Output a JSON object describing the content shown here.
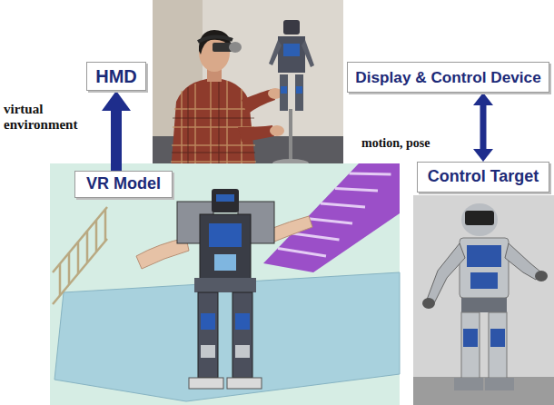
{
  "diagram": {
    "nodes": [
      {
        "text": [
          "HMD"
        ]
      },
      {
        "text": [
          "Display & Control Device"
        ]
      },
      {
        "text": [
          "Control Target"
        ]
      },
      {
        "text": [
          "VR Model"
        ]
      }
    ],
    "edges": [
      {
        "from": 3,
        "to": 0,
        "arrow": "to",
        "label": "virtual environment"
      },
      {
        "from": 1,
        "to": 2,
        "arrow": "both",
        "label": "motion, pose"
      }
    ]
  }
}
